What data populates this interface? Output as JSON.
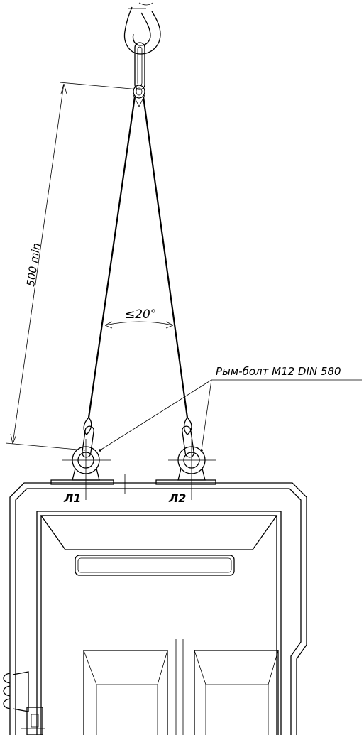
{
  "annotations": {
    "dimension_length": "500 min",
    "sling_angle": "≤20°",
    "eyebolt_callout": "Рым-болт М12 DIN 580",
    "lifting_point_1": "Л1",
    "lifting_point_2": "Л2"
  },
  "colors": {
    "line": "#000000",
    "background": "#ffffff"
  }
}
